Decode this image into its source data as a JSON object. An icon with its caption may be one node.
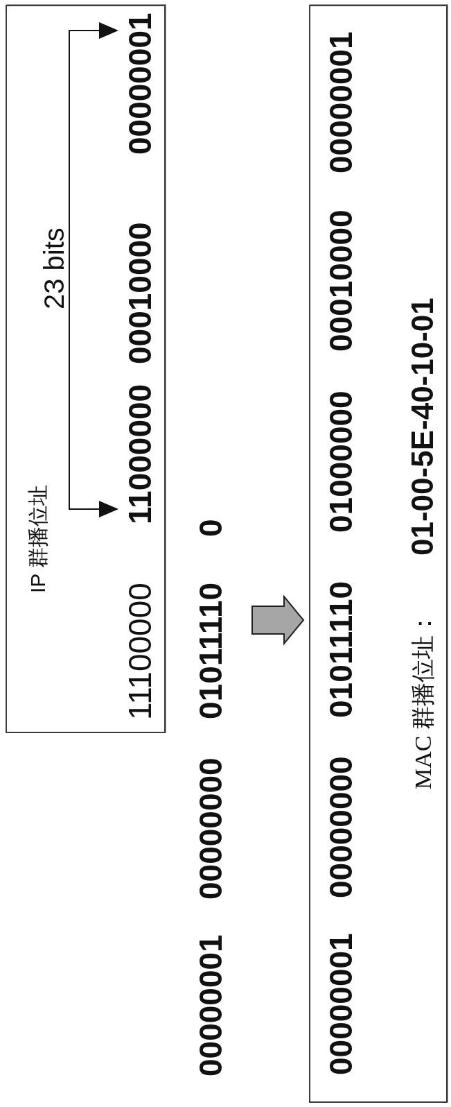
{
  "diagram": {
    "nodes": [
      {
        "text": [
          "IP 群播位址",
          "11100000",
          "11000000",
          "00010000",
          "00000001"
        ]
      },
      {
        "text": [
          "00000001",
          "00000000",
          "01011110",
          "0"
        ]
      },
      {
        "text": [
          "00000001",
          "00000000",
          "01011110",
          "01000000",
          "00010000",
          "00000001",
          "MAC 群播位址：",
          "01-00-5E-40-10-01"
        ]
      }
    ],
    "edges": [
      {
        "from": 1,
        "to": 2,
        "arrow": "to"
      }
    ],
    "labels": [
      "23 bits"
    ]
  }
}
